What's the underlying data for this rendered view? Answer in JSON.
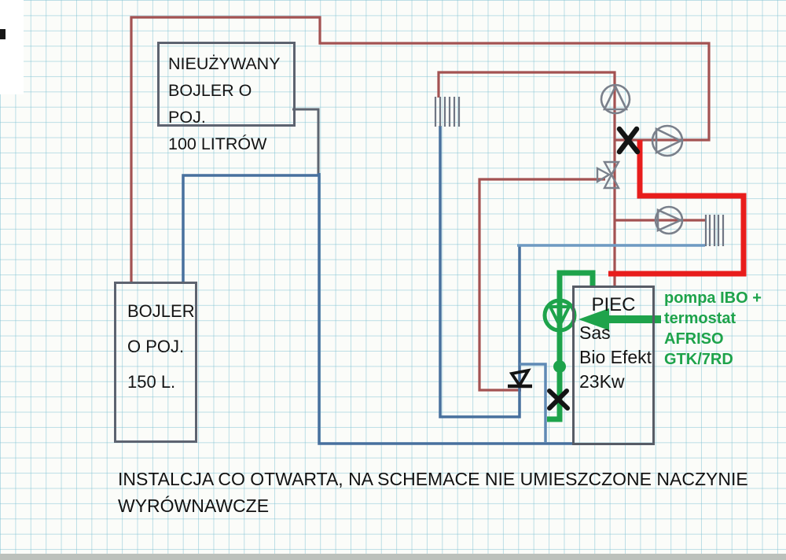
{
  "boxes": {
    "unused_boiler": {
      "lines": [
        "NIEUŻYWANY",
        "BOJLER O POJ.",
        "100 LITRÓW"
      ]
    },
    "boiler_150": {
      "lines": [
        "BOJLER",
        "O POJ.",
        "150 L."
      ]
    },
    "furnace": {
      "title": "PIEC",
      "lines": [
        "Sas",
        "Bio Efekt",
        "23Kw"
      ]
    }
  },
  "annotations": {
    "pump_note": {
      "lines": [
        "pompa IBO +",
        "termostat",
        "AFRISO",
        "GTK/7RD"
      ],
      "color": "#1ea34b"
    },
    "bottom_note": {
      "lines": [
        "INSTALCJA CO OTWARTA, NA SCHEMACE NIE UMIESZCZONE NACZYNIE",
        "WYRÓWNAWCZE"
      ]
    }
  },
  "pipe_colors": {
    "old_supply_marker": "#a35252",
    "new_supply_marker": "#e81d1c",
    "return_marker": "#48709e",
    "new_pump_circuit": "#1ea34b"
  },
  "icons": {
    "pump": "circle-with-triangle",
    "closed_valve": "black-x-mark",
    "three_way_valve": "bowtie-triangles",
    "check_valve": "triangle-over-dash",
    "radiator": "hatched-strokes"
  }
}
